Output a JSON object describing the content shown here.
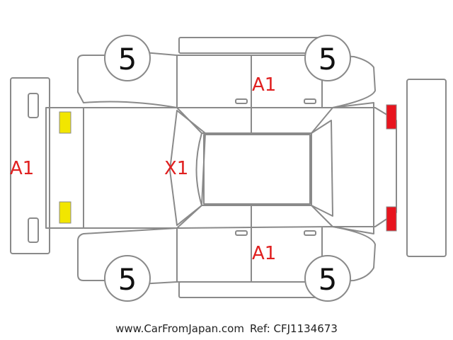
{
  "diagram": {
    "grades": {
      "rear_bumper": "A1",
      "roof": "X1",
      "left_side": "A1",
      "right_side": "A1"
    },
    "tires": {
      "front_left": "5",
      "front_right": "5",
      "rear_left": "5",
      "rear_right": "5"
    },
    "colors": {
      "outline": "#8a8a8a",
      "grade_text": "#e02020",
      "rear_light": "#f2e600",
      "front_light": "#e8141e"
    }
  },
  "footer": {
    "site": "www.CarFromJapan.com",
    "ref": "Ref: CFJ1134673"
  }
}
